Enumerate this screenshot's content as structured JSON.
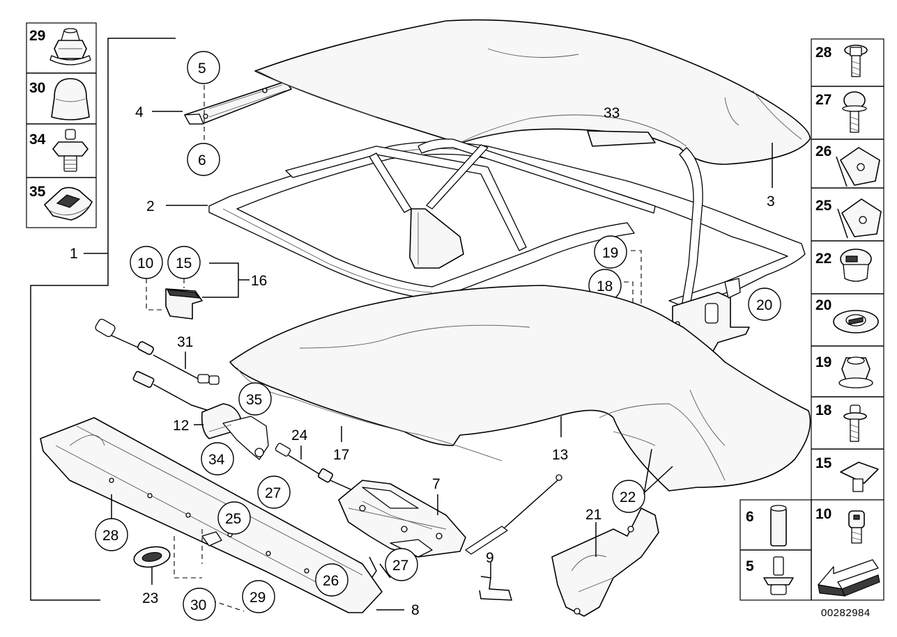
{
  "diagram": {
    "reference_number": "00282984",
    "callouts": {
      "c1": "1",
      "c2": "2",
      "c3": "3",
      "c4": "4",
      "c5": "5",
      "c6": "6",
      "c7": "7",
      "c8": "8",
      "c9": "9",
      "c10": "10",
      "c12": "12",
      "c13": "13",
      "c15": "15",
      "c16": "16",
      "c17": "17",
      "c18": "18",
      "c19": "19",
      "c20": "20",
      "c21": "21",
      "c22": "22",
      "c23": "23",
      "c24": "24",
      "c25": "25",
      "c26": "26",
      "c27a": "27",
      "c27b": "27",
      "c28": "28",
      "c29": "29",
      "c30": "30",
      "c31": "31",
      "c33": "33",
      "c34": "34",
      "c35": "35"
    },
    "left_panel": [
      "29",
      "30",
      "34",
      "35"
    ],
    "right_panel": [
      "28",
      "27",
      "26",
      "25",
      "22",
      "20",
      "19",
      "18",
      "15"
    ],
    "bottom_panel": [
      "6",
      "10",
      "5"
    ]
  }
}
